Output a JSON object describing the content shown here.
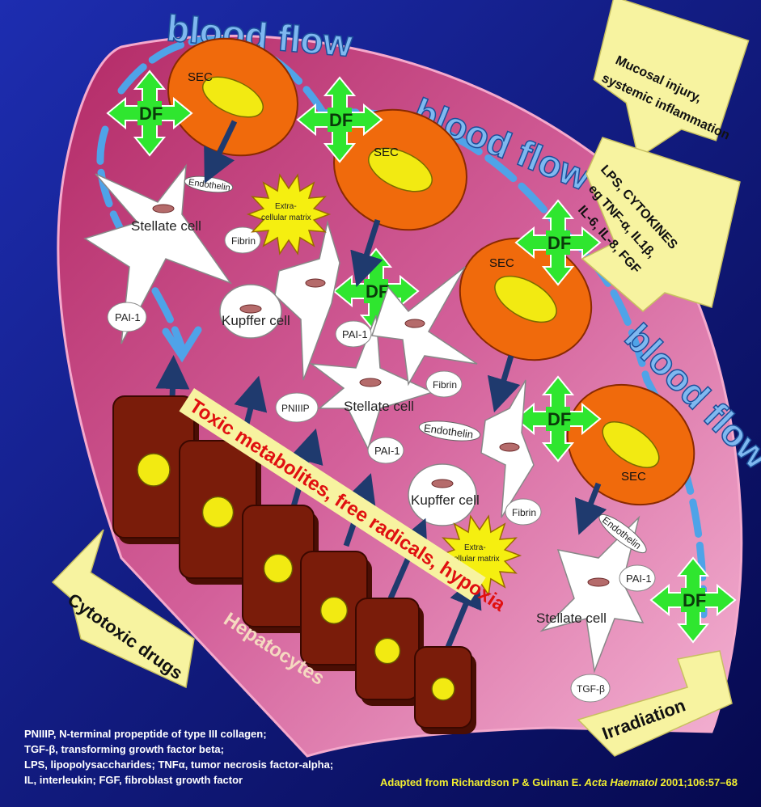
{
  "labels": {
    "blood_flow_1": "blood flow",
    "blood_flow_2": "blood flow",
    "blood_flow_3": "blood flow",
    "sec": "SEC",
    "df": "DF",
    "stellate": "Stellate cell",
    "kupffer": "Kupffer cell",
    "endothelin": "Endothelin",
    "fibrin": "Fibrin",
    "pai1": "PAI-1",
    "pniiip": "PNIIIP",
    "tgfb": "TGF-β",
    "ecm_line1": "Extra-",
    "ecm_line2": "cellular matrix",
    "hepatocytes": "Hepatocytes",
    "toxic": "Toxic metabolites, free radicals, hypoxia"
  },
  "callouts": {
    "mucosal_line1": "Mucosal injury,",
    "mucosal_line2": "systemic inflammation",
    "lps_line1": "LPS, CYTOKINES",
    "lps_line2": "eg TNF-α, IL1β,",
    "lps_line3": "IL-6, IL-8, FGF",
    "cytotoxic": "Cytotoxic drugs",
    "irradiation": "Irradiation"
  },
  "footnote": {
    "line1": "PNIIIP, N-terminal propeptide of type III collagen;",
    "line2": "TGF-β, transforming growth factor beta;",
    "line3": "LPS, lipopolysaccharides; TNFα, tumor necrosis factor-alpha;",
    "line4": "IL, interleukin; FGF, fibroblast growth factor"
  },
  "citation": {
    "prefix": "Adapted from Richardson P & Guinan E. ",
    "journal": "Acta Haematol",
    "suffix": " 2001;106:57–68"
  },
  "colors": {
    "background": "#0b1170",
    "tissue": "#c8457a",
    "sec_cell": "#f06a0c",
    "nucleus": "#f2ea12",
    "df_arrow": "#2fe62f",
    "hepatocyte": "#7a1c0a",
    "blood_flow": "#4fa3e8",
    "callout": "#f7f3a0",
    "toxic_text": "#e01010",
    "citation": "#f2ee30"
  }
}
